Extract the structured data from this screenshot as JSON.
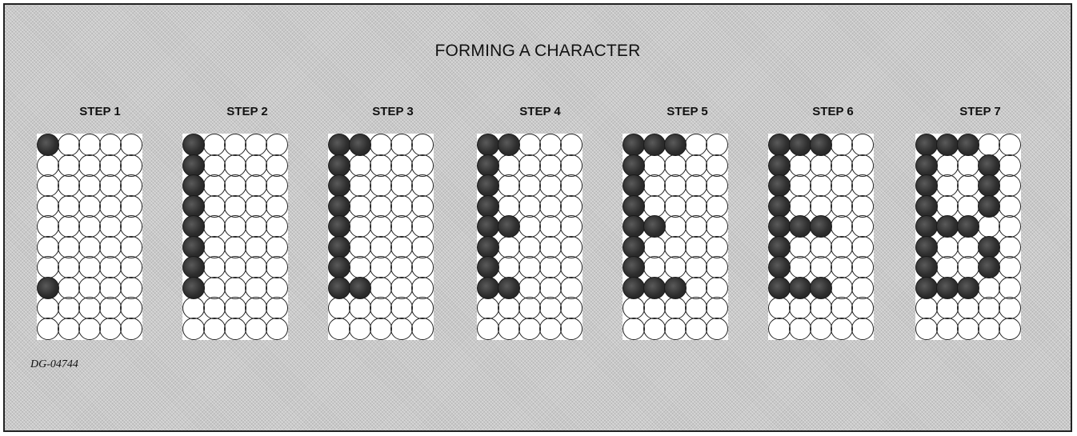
{
  "title": "FORMING A CHARACTER",
  "figure_id": "DG-04744",
  "colors": {
    "panel": "#c9c9c9",
    "dot_on": "#2e2e2e",
    "dot_off": "#ffffff",
    "outline": "#222222"
  },
  "steps": [
    {
      "label": "STEP 1",
      "on": [
        [
          0,
          0
        ],
        [
          7,
          0
        ]
      ]
    },
    {
      "label": "STEP 2",
      "on": [
        [
          0,
          0
        ],
        [
          1,
          0
        ],
        [
          2,
          0
        ],
        [
          3,
          0
        ],
        [
          4,
          0
        ],
        [
          5,
          0
        ],
        [
          6,
          0
        ],
        [
          7,
          0
        ]
      ]
    },
    {
      "label": "STEP 3",
      "on": [
        [
          0,
          0
        ],
        [
          1,
          0
        ],
        [
          2,
          0
        ],
        [
          3,
          0
        ],
        [
          4,
          0
        ],
        [
          5,
          0
        ],
        [
          6,
          0
        ],
        [
          7,
          0
        ],
        [
          0,
          1
        ],
        [
          7,
          1
        ]
      ]
    },
    {
      "label": "STEP 4",
      "on": [
        [
          0,
          0
        ],
        [
          1,
          0
        ],
        [
          2,
          0
        ],
        [
          3,
          0
        ],
        [
          4,
          0
        ],
        [
          5,
          0
        ],
        [
          6,
          0
        ],
        [
          7,
          0
        ],
        [
          0,
          1
        ],
        [
          4,
          1
        ],
        [
          7,
          1
        ]
      ]
    },
    {
      "label": "STEP 5",
      "on": [
        [
          0,
          0
        ],
        [
          1,
          0
        ],
        [
          2,
          0
        ],
        [
          3,
          0
        ],
        [
          4,
          0
        ],
        [
          5,
          0
        ],
        [
          6,
          0
        ],
        [
          7,
          0
        ],
        [
          0,
          1
        ],
        [
          4,
          1
        ],
        [
          7,
          1
        ],
        [
          0,
          2
        ],
        [
          7,
          2
        ]
      ]
    },
    {
      "label": "STEP 6",
      "on": [
        [
          0,
          0
        ],
        [
          1,
          0
        ],
        [
          2,
          0
        ],
        [
          3,
          0
        ],
        [
          4,
          0
        ],
        [
          5,
          0
        ],
        [
          6,
          0
        ],
        [
          7,
          0
        ],
        [
          0,
          1
        ],
        [
          4,
          1
        ],
        [
          7,
          1
        ],
        [
          0,
          2
        ],
        [
          4,
          2
        ],
        [
          7,
          2
        ]
      ]
    },
    {
      "label": "STEP 7",
      "on": [
        [
          0,
          0
        ],
        [
          1,
          0
        ],
        [
          2,
          0
        ],
        [
          3,
          0
        ],
        [
          4,
          0
        ],
        [
          5,
          0
        ],
        [
          6,
          0
        ],
        [
          7,
          0
        ],
        [
          0,
          1
        ],
        [
          4,
          1
        ],
        [
          7,
          1
        ],
        [
          0,
          2
        ],
        [
          4,
          2
        ],
        [
          7,
          2
        ],
        [
          1,
          3
        ],
        [
          2,
          3
        ],
        [
          3,
          3
        ],
        [
          5,
          3
        ],
        [
          6,
          3
        ]
      ]
    }
  ],
  "grid": {
    "rows": 10,
    "cols": 5
  }
}
